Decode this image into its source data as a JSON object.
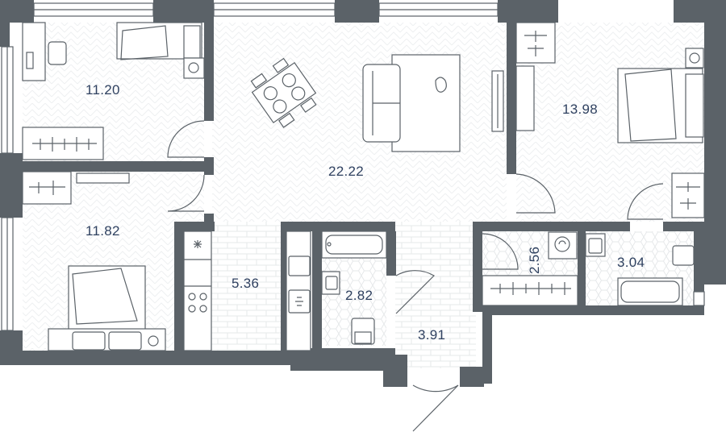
{
  "rooms": [
    {
      "id": "bedroom-1",
      "area": "11.20"
    },
    {
      "id": "living-room",
      "area": "22.22"
    },
    {
      "id": "bedroom-3",
      "area": "13.98"
    },
    {
      "id": "bedroom-2",
      "area": "11.82"
    },
    {
      "id": "kitchen",
      "area": "5.36"
    },
    {
      "id": "bathroom",
      "area": "2.82"
    },
    {
      "id": "hallway",
      "area": "3.91"
    },
    {
      "id": "laundry",
      "area": "2.56"
    },
    {
      "id": "bathroom-2",
      "area": "3.04"
    }
  ],
  "colors": {
    "wall": "#5b6268",
    "label": "#2f4160",
    "floor_pattern": "#eef0f1",
    "tile_pattern": "#e6e8ea"
  }
}
